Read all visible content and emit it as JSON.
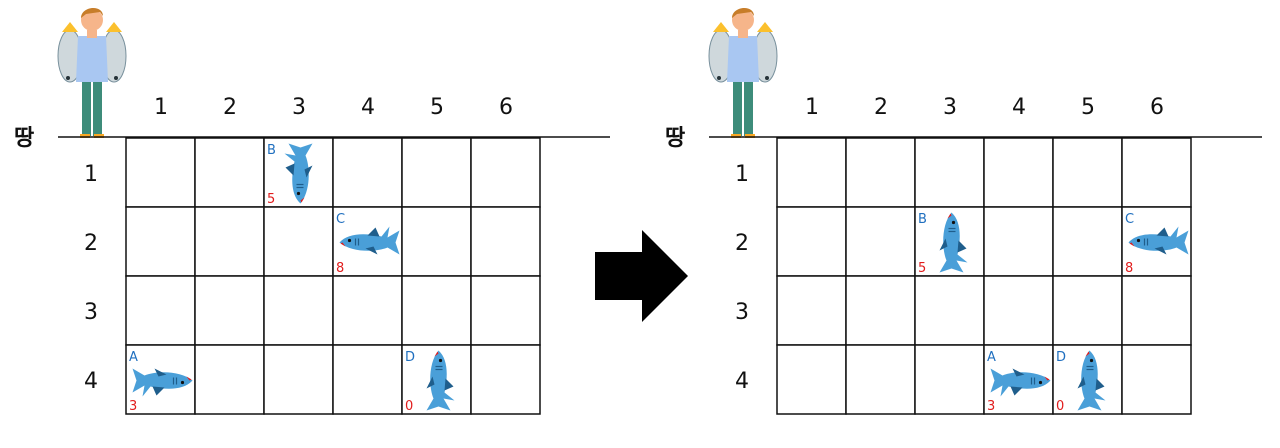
{
  "ground_label": "땅",
  "col_labels": [
    "1",
    "2",
    "3",
    "4",
    "5",
    "6"
  ],
  "row_labels": [
    "1",
    "2",
    "3",
    "4"
  ],
  "colors": {
    "shark_body": "#4a9fd8",
    "shark_dark": "#1f5e8c",
    "id_text": "#1f6fbf",
    "size_text": "#e11d1d",
    "arrow": "#000000"
  },
  "icons": {
    "fisherman": "fisherman-icon",
    "shark": "shark-icon",
    "arrow": "right-arrow-icon"
  },
  "panels": [
    {
      "name": "before",
      "sharks": [
        {
          "id": "B",
          "size": "5",
          "row": 1,
          "col": 3,
          "facing": "down"
        },
        {
          "id": "C",
          "size": "8",
          "row": 2,
          "col": 4,
          "facing": "left"
        },
        {
          "id": "A",
          "size": "3",
          "row": 4,
          "col": 1,
          "facing": "right"
        },
        {
          "id": "D",
          "size": "0",
          "row": 4,
          "col": 5,
          "facing": "up"
        }
      ]
    },
    {
      "name": "after",
      "sharks": [
        {
          "id": "B",
          "size": "5",
          "row": 2,
          "col": 3,
          "facing": "up"
        },
        {
          "id": "C",
          "size": "8",
          "row": 2,
          "col": 6,
          "facing": "left"
        },
        {
          "id": "A",
          "size": "3",
          "row": 4,
          "col": 4,
          "facing": "right"
        },
        {
          "id": "D",
          "size": "0",
          "row": 4,
          "col": 5,
          "facing": "up"
        }
      ]
    }
  ]
}
